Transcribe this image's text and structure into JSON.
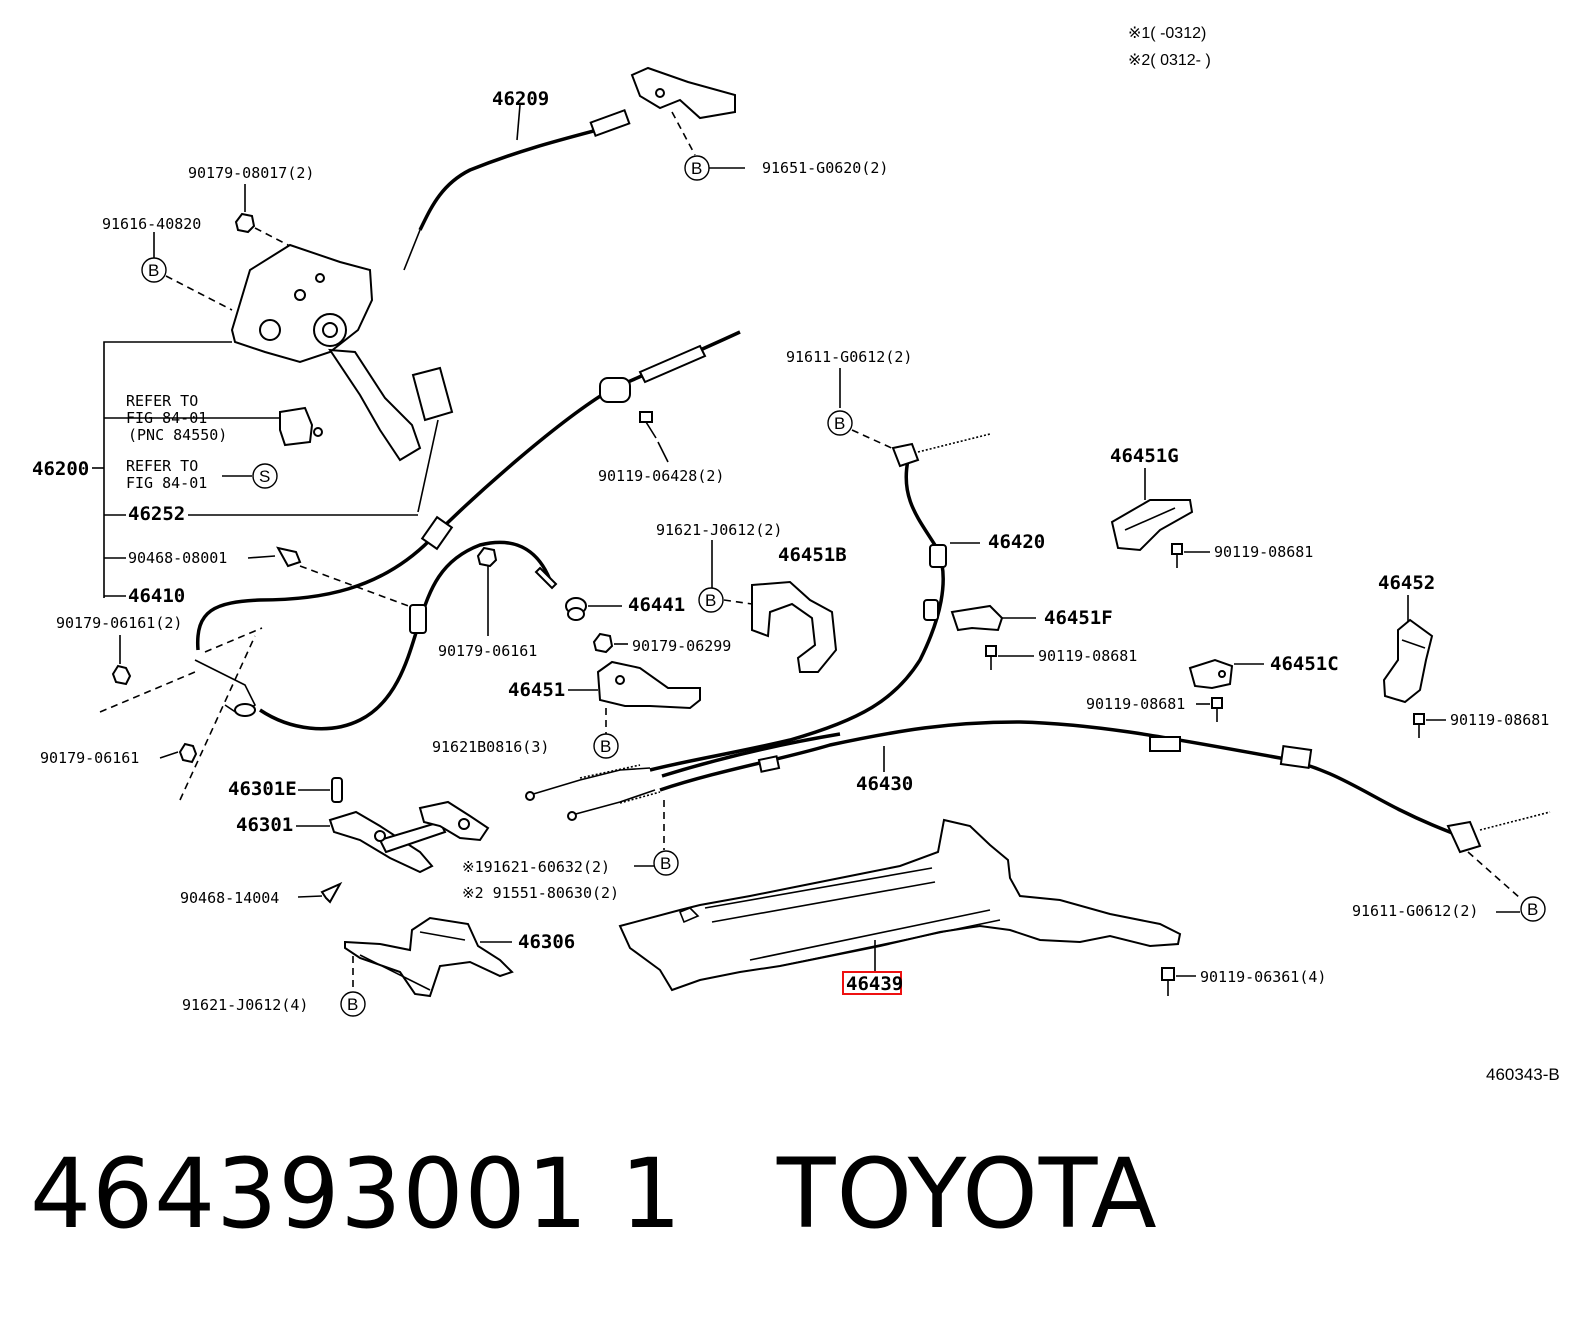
{
  "notes": {
    "n1": "※1(        -0312)",
    "n2": "※2( 0312-        )"
  },
  "labels": {
    "l46209": "46209",
    "l91651": "91651-G0620(2)",
    "l90179_08017": "90179-08017(2)",
    "l91616": "91616-40820",
    "refer1a": "REFER TO",
    "refer1b": "FIG 84-01",
    "refer1c": "(PNC 84550)",
    "refer2a": "REFER TO",
    "refer2b": "FIG 84-01",
    "l46200": "46200",
    "l46252": "46252",
    "l90468_08001": "90468-08001",
    "l46410": "46410",
    "l90179_06161a": "90179-06161(2)",
    "l90179_06161b": "90179-06161",
    "l90179_06161c": "90179-06161",
    "l90119_06428": "90119-06428(2)",
    "l91611_top": "91611-G0612(2)",
    "l46420": "46420",
    "l46451G": "46451G",
    "l90119_08681a": "90119-08681",
    "l91621_J0612_2": "91621-J0612(2)",
    "l46451B": "46451B",
    "l46441": "46441",
    "l90179_06299": "90179-06299",
    "l46451F": "46451F",
    "l90119_08681b": "90119-08681",
    "l46452": "46452",
    "l46451C": "46451C",
    "l90119_08681c": "90119-08681",
    "l90119_08681d": "90119-08681",
    "l46451": "46451",
    "l91621B0816": "91621B0816(3)",
    "l46430": "46430",
    "l46301E": "46301E",
    "l46301": "46301",
    "l91621_60632": "※191621-60632(2)",
    "l91551": "※2 91551-80630(2)",
    "l90468_14004": "90468-14004",
    "l46306": "46306",
    "l91621_J0612_4": "91621-J0612(4)",
    "l46439": "46439",
    "l91611_bot": "91611-G0612(2)",
    "l90119_06361": "90119-06361(4)"
  },
  "symbols": {
    "b": "B",
    "s": "S"
  },
  "figure_code": "460343-B",
  "caption": "464393001 1   TOYOTA",
  "highlight_part": "46439"
}
